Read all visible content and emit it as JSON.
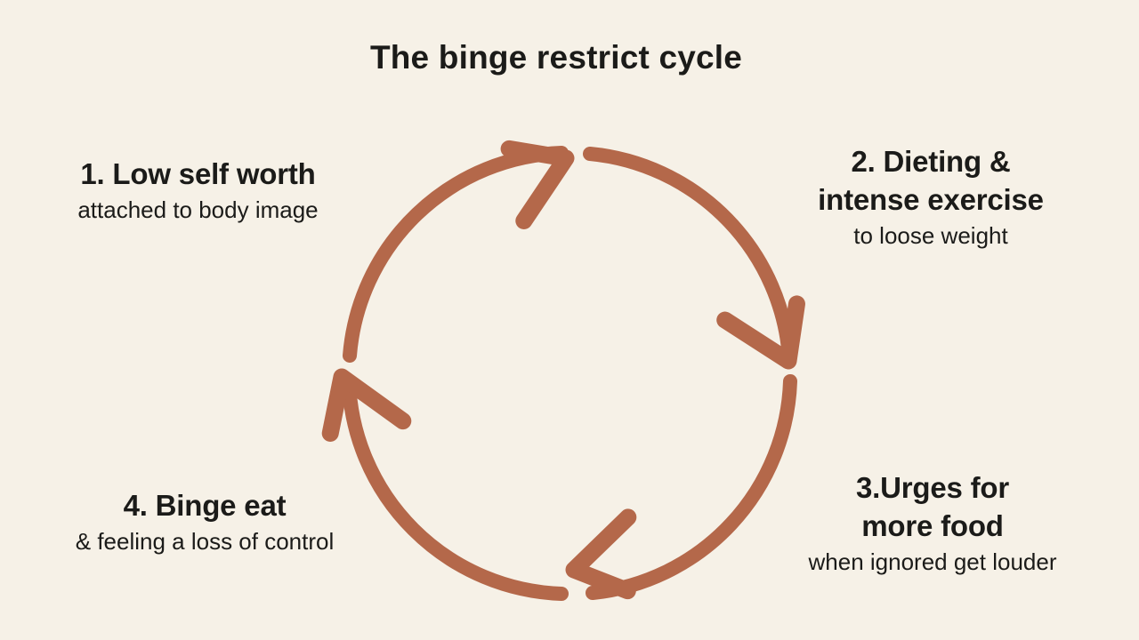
{
  "title": "The binge restrict cycle",
  "colors": {
    "background": "#F6F1E7",
    "arrow": "#B4684A",
    "text": "#1B1B19"
  },
  "diagram": {
    "kind": "cycle",
    "direction": "clockwise",
    "segments": 4,
    "steps": [
      {
        "heading": "1. Low self worth",
        "subtext": "attached to body image",
        "position": "top-left"
      },
      {
        "heading": "2. Dieting &\nintense exercise",
        "subtext": "to loose weight",
        "position": "top-right"
      },
      {
        "heading": "3.Urges for\nmore food",
        "subtext": "when ignored get louder",
        "position": "bottom-right"
      },
      {
        "heading": "4. Binge eat",
        "subtext": "& feeling a loss of control",
        "position": "bottom-left"
      }
    ]
  }
}
